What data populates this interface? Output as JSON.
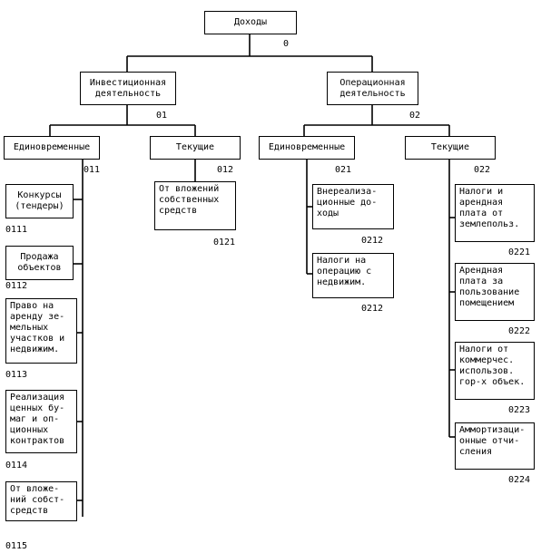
{
  "nodes": {
    "n0": {
      "label": "Доходы",
      "code": "0"
    },
    "n01": {
      "label": "Инвестиционная\nдеятельность",
      "code": "01"
    },
    "n02": {
      "label": "Операционная\nдеятельность",
      "code": "02"
    },
    "n011": {
      "label": "Единовременные",
      "code": "011"
    },
    "n012": {
      "label": "Текущие",
      "code": "012"
    },
    "n021": {
      "label": "Единовременные",
      "code": "021"
    },
    "n022": {
      "label": "Текущие",
      "code": "022"
    },
    "n0111": {
      "label": "Конкурсы\n(тендеры)",
      "code": "0111"
    },
    "n0112": {
      "label": "Продажа\nобъектов",
      "code": "0112"
    },
    "n0113": {
      "label": "Право на\nаренду зе-\nмельных\nучастков и\nнедвижим.",
      "code": "0113"
    },
    "n0114": {
      "label": "Реализация\nценных бу-\nмаг и оп-\nционных\nконтрактов",
      "code": "0114"
    },
    "n0115": {
      "label": "От вложе-\nний собст-\nсредств",
      "code": "0115"
    },
    "n0121": {
      "label": "От вложений\nсобственных\nсредств",
      "code": "0121"
    },
    "n0211": {
      "label": "Внереализа-\nционные до-\nходы",
      "code": "0212"
    },
    "n0212": {
      "label": "Налоги на\nоперацию с\nнедвижим.",
      "code": "0212"
    },
    "n0221": {
      "label": "Налоги и\nарендная\nплата от\nземлепольз.",
      "code": "0221"
    },
    "n0222": {
      "label": "Арендная\nплата за\nпользование\nпомещением",
      "code": "0222"
    },
    "n0223": {
      "label": "Налоги от\nкоммерчес.\nиспользов.\nгор-х объек.",
      "code": "0223"
    },
    "n0224": {
      "label": "Аммортизаци-\nонные отчи-\nсления",
      "code": "0224"
    }
  }
}
